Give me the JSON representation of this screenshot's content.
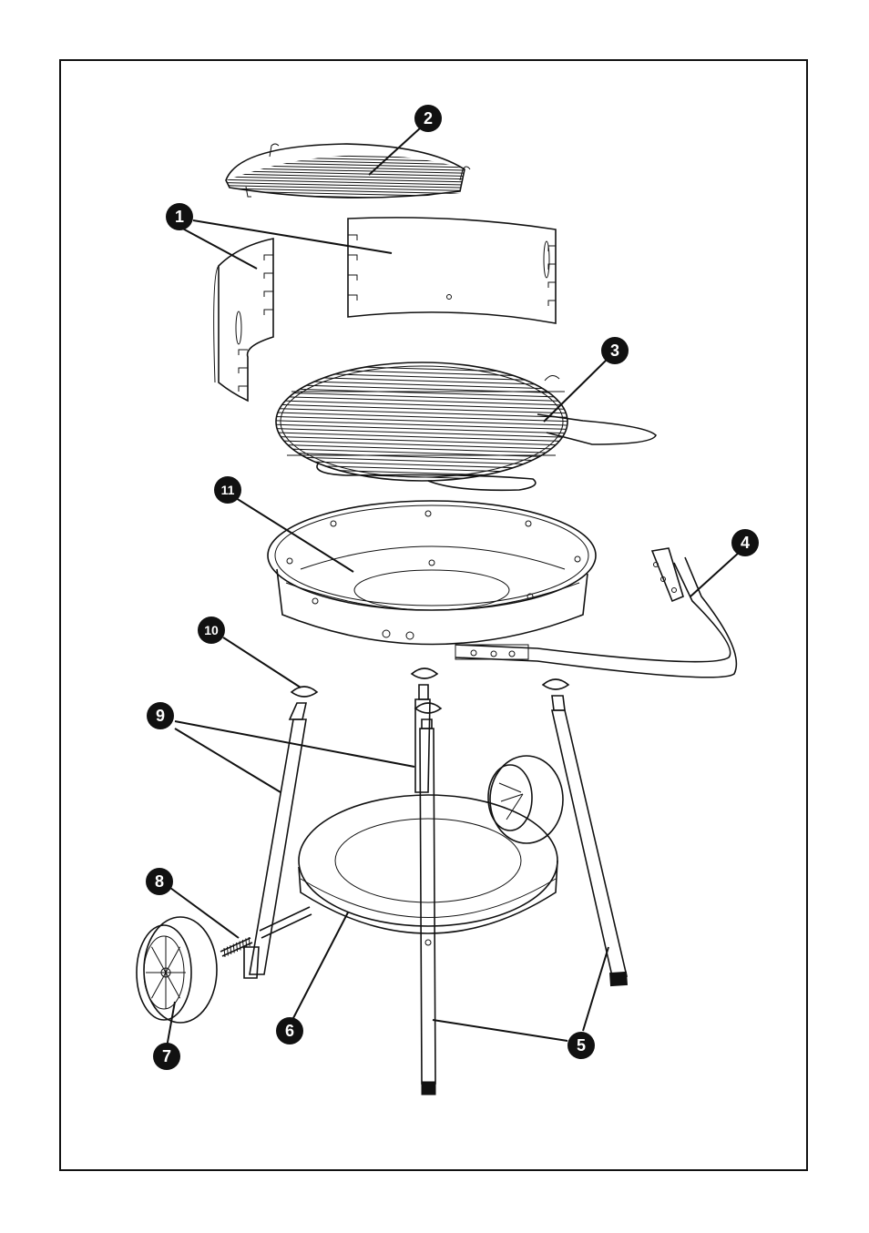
{
  "colors": {
    "ink": "#111111",
    "paper": "#ffffff"
  },
  "callouts": [
    {
      "id": "c1",
      "label": "1"
    },
    {
      "id": "c2",
      "label": "2"
    },
    {
      "id": "c3",
      "label": "3"
    },
    {
      "id": "c4",
      "label": "4"
    },
    {
      "id": "c5",
      "label": "5"
    },
    {
      "id": "c6",
      "label": "6"
    },
    {
      "id": "c7",
      "label": "7"
    },
    {
      "id": "c8",
      "label": "8"
    },
    {
      "id": "c9",
      "label": "9"
    },
    {
      "id": "c10",
      "label": "10"
    },
    {
      "id": "c11",
      "label": "11"
    }
  ]
}
